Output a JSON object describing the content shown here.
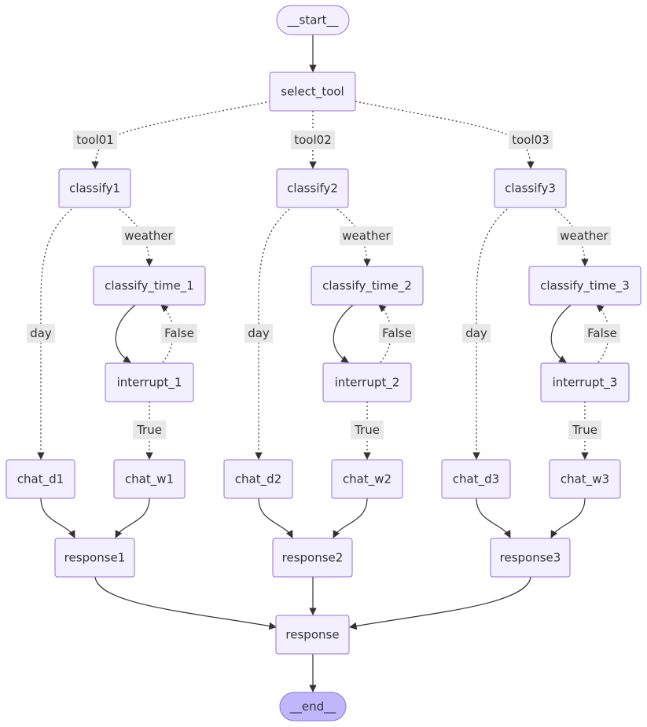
{
  "nodes": {
    "start": "__start__",
    "select_tool": "select_tool",
    "classify1": "classify1",
    "classify2": "classify2",
    "classify3": "classify3",
    "classify_time_1": "classify_time_1",
    "classify_time_2": "classify_time_2",
    "classify_time_3": "classify_time_3",
    "interrupt_1": "interrupt_1",
    "interrupt_2": "interrupt_2",
    "interrupt_3": "interrupt_3",
    "chat_d1": "chat_d1",
    "chat_d2": "chat_d2",
    "chat_d3": "chat_d3",
    "chat_w1": "chat_w1",
    "chat_w2": "chat_w2",
    "chat_w3": "chat_w3",
    "response1": "response1",
    "response2": "response2",
    "response3": "response3",
    "response": "response",
    "end": "__end__"
  },
  "edge_labels": {
    "tool01": "tool01",
    "tool02": "tool02",
    "tool03": "tool03",
    "weather": "weather",
    "day": "day",
    "false": "False",
    "true": "True"
  },
  "colors": {
    "node_fill": "#f2f0ff",
    "node_stroke": "#9370db",
    "end_fill": "#bfb6fc",
    "edge": "#333333",
    "label_bg": "#e8e8e8"
  }
}
